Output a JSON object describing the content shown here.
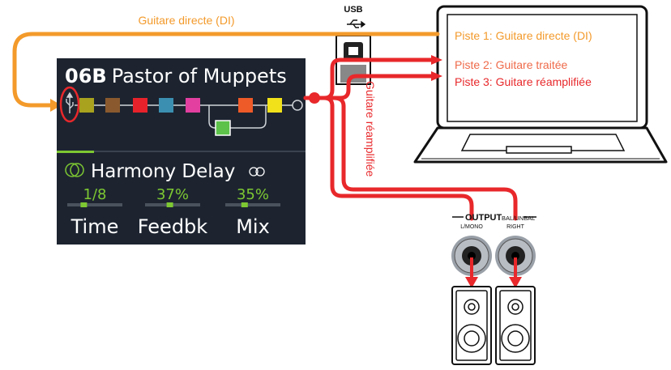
{
  "cables": {
    "top_label": "Guitare directe (DI)",
    "vertical_label": "Guitare réamplifiée",
    "colors": {
      "di": "#f39a2b",
      "reamp": "#e8282b"
    }
  },
  "usb": {
    "label": "USB",
    "icon": "usb-icon"
  },
  "device_screen": {
    "preset_number": "06B",
    "preset_name": "Pastor of Muppets",
    "block_colors": [
      "#a8a21e",
      "#8a5a2e",
      "#e8222a",
      "#3b8fb0",
      "#e23fa0",
      "#ee5a28",
      "#f0e11b",
      "#5cc24a"
    ],
    "block_title": "Harmony Delay",
    "params": [
      {
        "value": "1/8",
        "label": "Time",
        "level": 0.3
      },
      {
        "value": "37%",
        "label": "Feedbk",
        "level": 0.45
      },
      {
        "value": "35%",
        "label": "Mix",
        "level": 0.35
      }
    ],
    "value_color": "#7dc832"
  },
  "laptop": {
    "tracks": [
      {
        "text": "Piste 1: Guitare directe (DI)",
        "color": "#f39a2b"
      },
      {
        "text": "Piste 2: Guitare traitée",
        "color": "#ef6a4a"
      },
      {
        "text": "Piste 3: Guitare réamplifiée",
        "color": "#e8282b"
      }
    ]
  },
  "outputs": {
    "header": "OUTPUT",
    "mode": "BAL/UNBAL",
    "left": "L/MONO",
    "right": "RIGHT"
  }
}
